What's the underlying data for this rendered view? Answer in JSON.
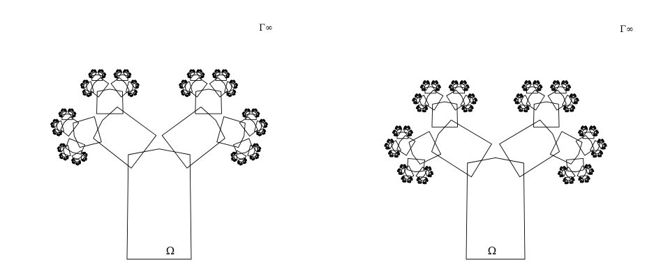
{
  "figure": {
    "panels": [
      {
        "id": "left-tree",
        "domain_label": "Ω",
        "boundary_label": "Γ∞"
      },
      {
        "id": "right-tree",
        "domain_label": "Ω",
        "boundary_label": "Γ∞"
      }
    ],
    "colors": {
      "stroke": "#000000",
      "background": "#ffffff"
    }
  }
}
